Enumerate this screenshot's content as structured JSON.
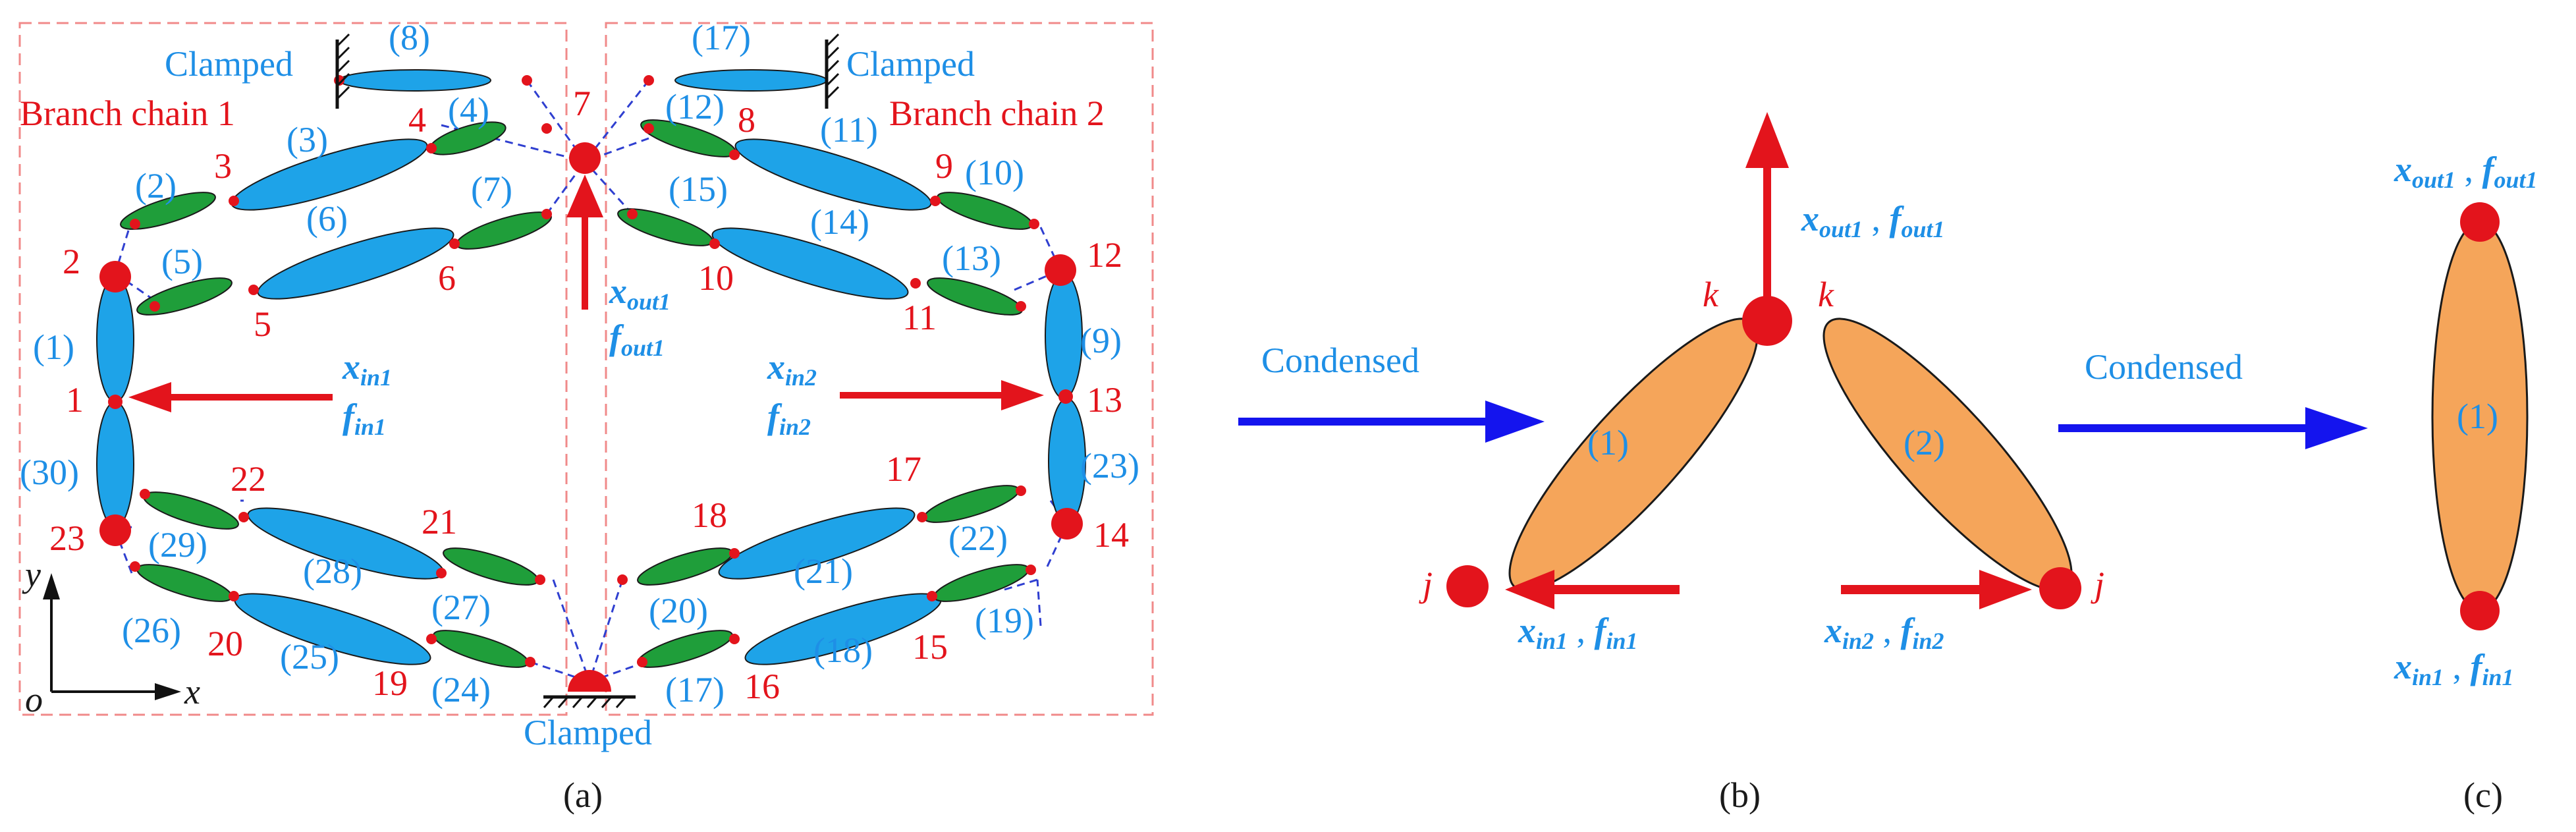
{
  "colors": {
    "blue_link": "#1ea3e8",
    "green_link": "#1f9e3a",
    "orange_link": "#f5a55a",
    "red": "#e3141c",
    "dash_blue": "#2f3fd0",
    "box_red": "#f08a8a",
    "arrow_blue": "#1414ee",
    "text_blue": "#1e8fe6"
  },
  "panel_a": {
    "caption": "(a)",
    "branch1": "Branch chain 1",
    "branch2": "Branch chain 2",
    "clamped_left": "Clamped",
    "clamped_right": "Clamped",
    "clamped_bottom": "Clamped",
    "axis": {
      "y": "y",
      "o": "o",
      "x": "x"
    },
    "out_label": {
      "x": "x",
      "x_sub": "out1",
      "f": "f",
      "f_sub": "out1"
    },
    "in1_label": {
      "x": "x",
      "x_sub": "in1",
      "f": "f",
      "f_sub": "in1"
    },
    "in2_label": {
      "x": "x",
      "x_sub": "in2",
      "f": "f",
      "f_sub": "in2"
    },
    "link_labels": [
      "(1)",
      "(2)",
      "(3)",
      "(4)",
      "(5)",
      "(6)",
      "(7)",
      "(8)",
      "(9)",
      "(10)",
      "(11)",
      "(12)",
      "(13)",
      "(14)",
      "(15)",
      "(17)",
      "(17)",
      "(18)",
      "(19)",
      "(20)",
      "(21)",
      "(22)",
      "(23)",
      "(24)",
      "(25)",
      "(26)",
      "(27)",
      "(28)",
      "(29)",
      "(30)"
    ],
    "node_labels": [
      "1",
      "2",
      "3",
      "4",
      "5",
      "6",
      "7",
      "8",
      "9",
      "10",
      "11",
      "12",
      "13",
      "14",
      "15",
      "16",
      "17",
      "18",
      "19",
      "20",
      "21",
      "22",
      "23"
    ]
  },
  "panel_b": {
    "caption": "(b)",
    "condensed": "Condensed",
    "k_left": "k",
    "k_right": "k",
    "j_left": "j",
    "j_right": "j",
    "link1": "(1)",
    "link2": "(2)",
    "out_label": {
      "x": "x",
      "x_sub": "out1",
      "sep": " , ",
      "f": "f",
      "f_sub": "out1"
    },
    "in1_label": {
      "x": "x",
      "x_sub": "in1",
      "sep": " , ",
      "f": "f",
      "f_sub": "in1"
    },
    "in2_label": {
      "x": "x",
      "x_sub": "in2",
      "sep": " , ",
      "f": "f",
      "f_sub": "in2"
    }
  },
  "panel_c": {
    "caption": "(c)",
    "condensed": "Condensed",
    "link1": "(1)",
    "out_label": {
      "x": "x",
      "x_sub": "out1",
      "sep": " , ",
      "f": "f",
      "f_sub": "out1"
    },
    "in1_label": {
      "x": "x",
      "x_sub": "in1",
      "sep": " , ",
      "f": "f",
      "f_sub": "in1"
    }
  }
}
